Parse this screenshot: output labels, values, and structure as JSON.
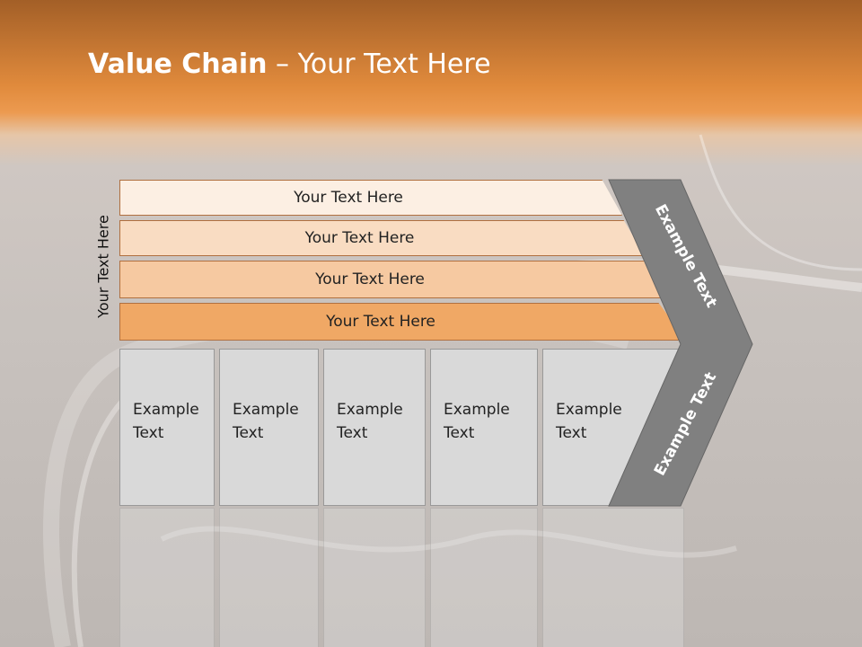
{
  "title": {
    "bold": "Value Chain",
    "rest": " – Your Text Here"
  },
  "vertical_label": "Your Text Here",
  "bars": [
    {
      "label": "Your Text Here",
      "color": "#fcefe3"
    },
    {
      "label": "Your Text Here",
      "color": "#f9dcc2"
    },
    {
      "label": "Your Text Here",
      "color": "#f6c9a1"
    },
    {
      "label": "Your Text Here",
      "color": "#f0a865"
    }
  ],
  "boxes": [
    {
      "label": "Example\nText"
    },
    {
      "label": "Example\nText"
    },
    {
      "label": "Example\nText"
    },
    {
      "label": "Example\nText"
    },
    {
      "label": "Example\nText"
    }
  ],
  "chevron": {
    "upper": "Example Text",
    "lower": "Example Text",
    "color": "#808080"
  }
}
